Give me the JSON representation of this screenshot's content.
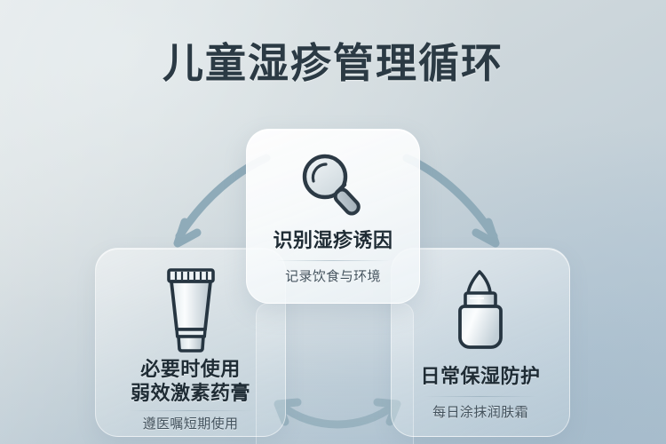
{
  "page": {
    "title": "儿童湿疹管理循环",
    "background_colors": {
      "top_left": "#d7dfe2",
      "top_right": "#c9d4da",
      "bottom_right": "#b2c5d2",
      "accent_text": "#2b3a44",
      "arrow": "#8fabb9"
    }
  },
  "cards": {
    "center": {
      "icon": "magnifying-glass-icon",
      "title": "识别湿疹诱因",
      "subtitle": "记录饮食与环境"
    },
    "left": {
      "icon": "ointment-tube-icon",
      "title_line1": "必要时使用",
      "title_line2": "弱效激素药膏",
      "subtitle": "遵医嘱短期使用"
    },
    "right": {
      "icon": "lotion-bottle-icon",
      "title": "日常保湿防护",
      "subtitle": "每日涂抹润肤霜"
    }
  },
  "arrows": {
    "left": {
      "name": "arrow-center-to-left",
      "direction": "one-way"
    },
    "right": {
      "name": "arrow-center-to-right",
      "direction": "one-way"
    },
    "bottom": {
      "name": "arrow-left-right-bidirectional",
      "direction": "two-way"
    }
  }
}
